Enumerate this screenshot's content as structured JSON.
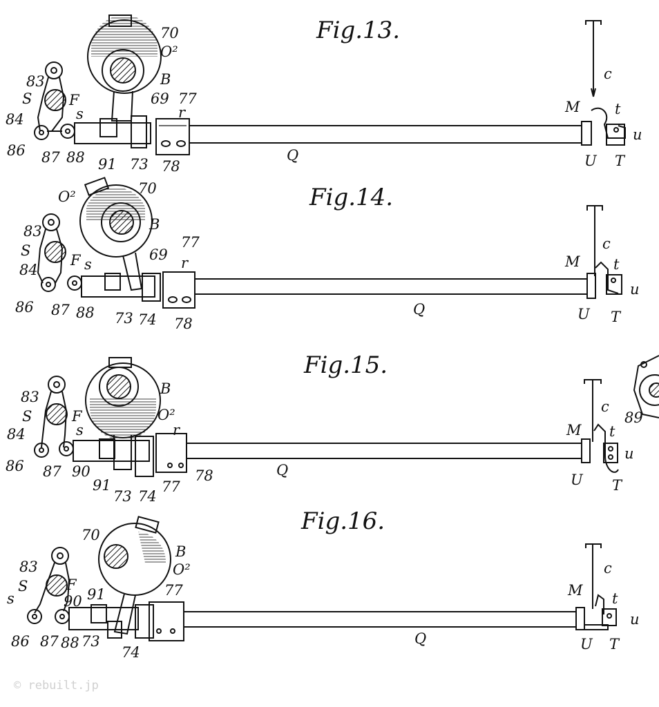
{
  "figures": [
    {
      "title": "Fig.13.",
      "labels": [
        "70",
        "O²",
        "B",
        "69",
        "77",
        "r",
        "83",
        "S",
        "F",
        "84",
        "s",
        "86",
        "87",
        "88",
        "91",
        "73",
        "78",
        "Q",
        "c",
        "M",
        "t",
        "u",
        "U",
        "T"
      ]
    },
    {
      "title": "Fig.14.",
      "labels": [
        "O²",
        "70",
        "B",
        "83",
        "S",
        "F",
        "s",
        "84",
        "69",
        "77",
        "r",
        "86",
        "87",
        "88",
        "73",
        "74",
        "78",
        "Q",
        "c",
        "M",
        "t",
        "u",
        "U",
        "T"
      ]
    },
    {
      "title": "Fig.15.",
      "labels": [
        "B",
        "83",
        "S",
        "F",
        "O²",
        "84",
        "s",
        "r",
        "86",
        "87",
        "90",
        "91",
        "73",
        "74",
        "77",
        "78",
        "Q",
        "c",
        "M",
        "t",
        "u",
        "U",
        "T",
        "89"
      ]
    },
    {
      "title": "Fig.16.",
      "labels": [
        "70",
        "B",
        "O²",
        "83",
        "S",
        "F",
        "90",
        "91",
        "s",
        "77",
        "86",
        "87",
        "88",
        "73",
        "74",
        "Q",
        "c",
        "M",
        "t",
        "u",
        "U",
        "T"
      ]
    }
  ],
  "watermark": "© rebuilt.jp"
}
